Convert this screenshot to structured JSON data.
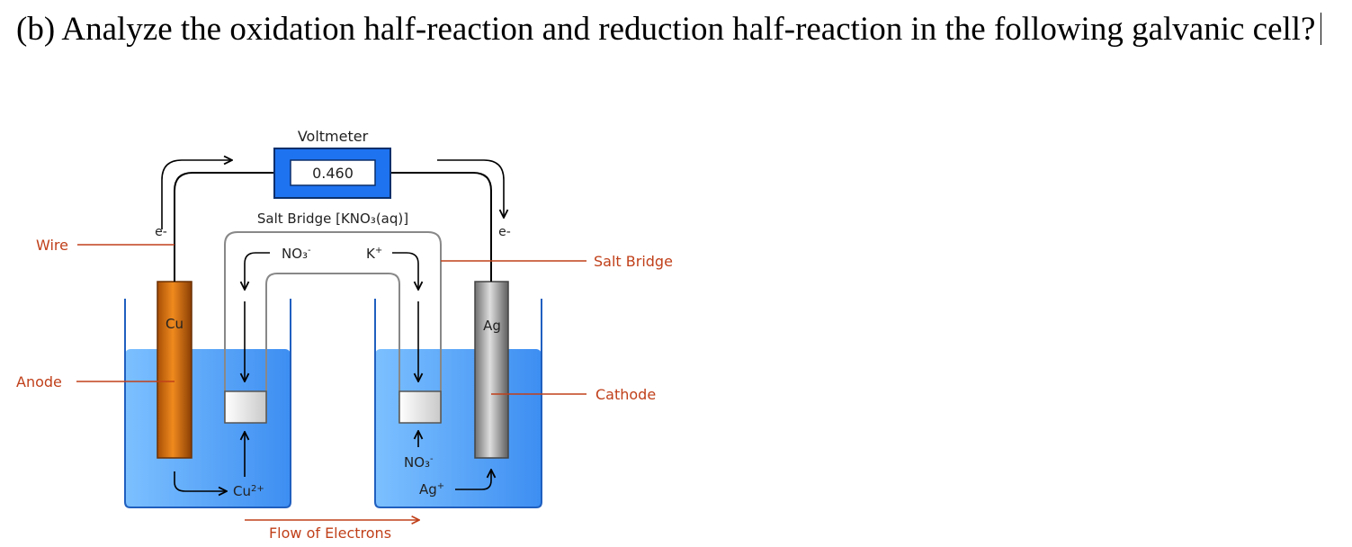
{
  "question": {
    "text": "(b) Analyze the oxidation half-reaction and reduction half-reaction in the following galvanic cell?"
  },
  "diagram": {
    "voltmeter_title": "Voltmeter",
    "voltmeter_reading": "0.460",
    "salt_bridge_title": "Salt Bridge [KNO₃(aq)]",
    "electron_left": "e-",
    "electron_right": "e-",
    "anion_label": "NO₃",
    "anion_charge": "-",
    "cation_label": "K",
    "cation_charge": "+",
    "anode_metal": "Cu",
    "cathode_metal": "Ag",
    "cu_ion_label": "Cu",
    "cu_ion_charge": "2+",
    "ag_ion_label": "Ag",
    "ag_ion_charge": "+",
    "nitrate_right_label": "NO₃",
    "nitrate_right_charge": "-",
    "callout_wire": "Wire",
    "callout_anode": "Anode",
    "callout_salt_bridge": "Salt Bridge",
    "callout_cathode": "Cathode",
    "flow_label": "Flow of Electrons",
    "colors": {
      "callout": "#c0401a",
      "solution": "#4a9ef5",
      "voltmeter": "#1e73f0",
      "copper": "#c8660d",
      "silver": "#9a9a9a"
    }
  }
}
